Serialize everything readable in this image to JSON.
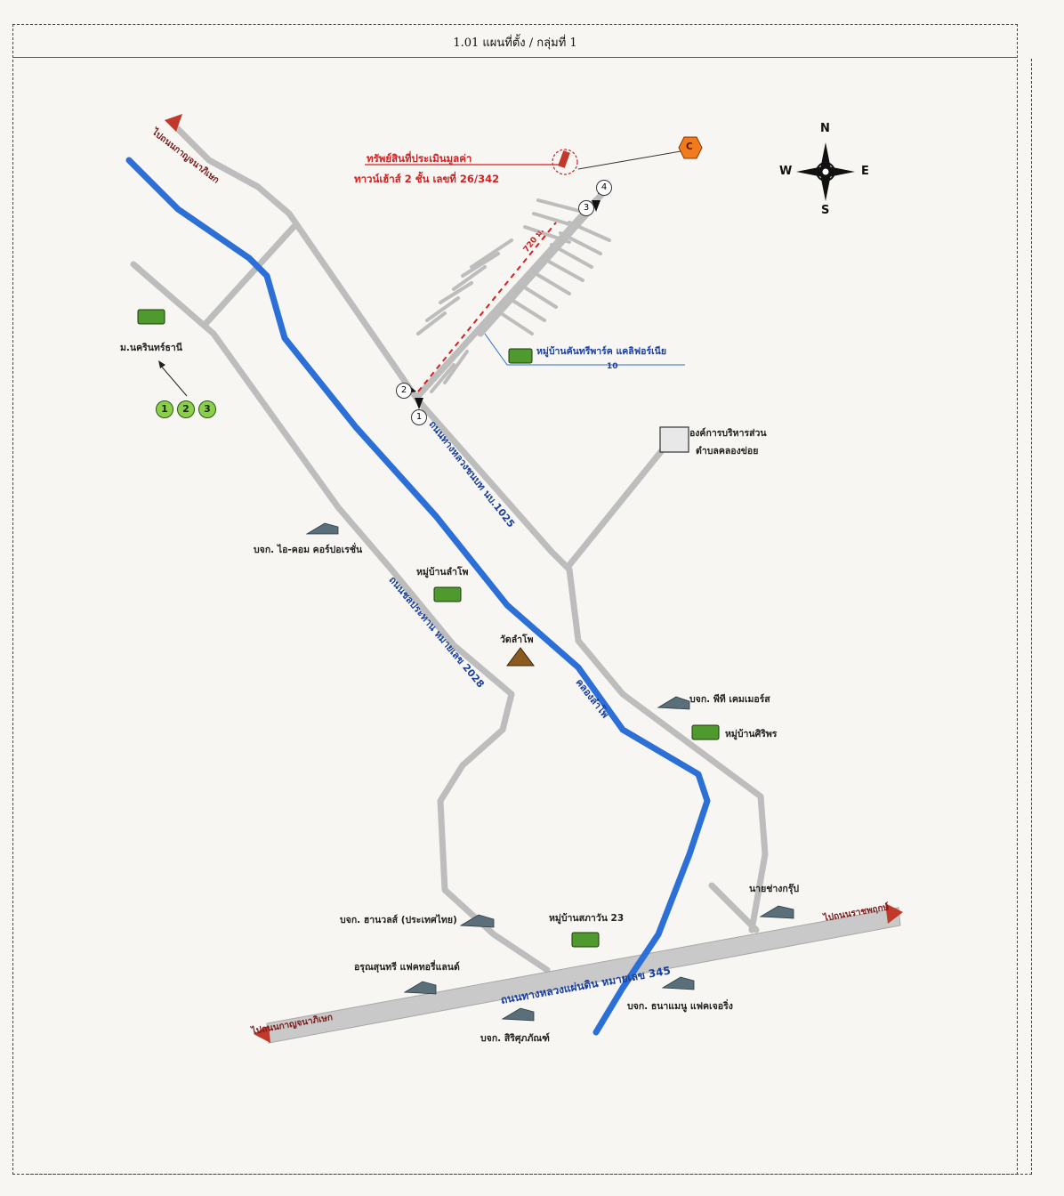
{
  "header": {
    "title": "1.01 แผนที่ตั้ง / กลุ่มที่ 1"
  },
  "compass": {
    "n": "N",
    "s": "S",
    "e": "E",
    "w": "W"
  },
  "subject": {
    "line1": "ทรัพย์สินที่ประเมินมูลค่า",
    "line2": "ทาวน์เฮ้าส์ 2 ชั้น เลขที่ 26/342",
    "marker": "C"
  },
  "distance_label": "720 ม.",
  "points": [
    "1",
    "2",
    "3",
    "4"
  ],
  "green_points": [
    "1",
    "2",
    "3"
  ],
  "directions": {
    "top_left": "ไปถนนกาญจนาภิเษก",
    "bottom_left": "ไปถนนกาญจนาภิเษก",
    "right": "ไปถนนราชพฤกษ์"
  },
  "roads": {
    "main_345": "ถนนทางหลวงแผ่นดิน หมายเลข 345",
    "rural_road": "ถนนทางหลวงชนบท นบ.1025",
    "rd_2028": "ถนนชลประทาน หมายเลข 2028"
  },
  "canal": "คลองลำโพ",
  "places": {
    "university": "ม.นครินทร์ธานี",
    "village_subject": "หมู่บ้านคันทรีพาร์ค แคลิฟอร์เนีย",
    "village_subject_sub": "10",
    "sao": "องค์การบริหารส่วน",
    "sao2": "ตำบลคลองข่อย",
    "company_icom": "บจก. ไอ-คอม คอร์ปอเรชั่น",
    "village_lampho": "หมู่บ้านลำโพ",
    "temple": "วัดลำโพ",
    "company_pt": "บจก. พีที เคมเมอร์ส",
    "village_siriporn": "หมู่บ้านศิริพร",
    "nai_chang": "นายช่างกรุ๊ป",
    "company_hanwa": "บจก. ฮานวลส์ (ประเทศไทย)",
    "village_23": "หมู่บ้านสภาวัน 23",
    "arun": "อรุณสุนทรี แฟคทอรี่แลนด์",
    "thanamongkol": "บจก. ธนาแมนู แฟคเจอริ่ง",
    "sirisupaphan": "บจก. สิริศุภภัณฑ์"
  },
  "colors": {
    "road": "#bdbdbd",
    "canal": "#2c6fd6",
    "subject": "#d42020"
  }
}
